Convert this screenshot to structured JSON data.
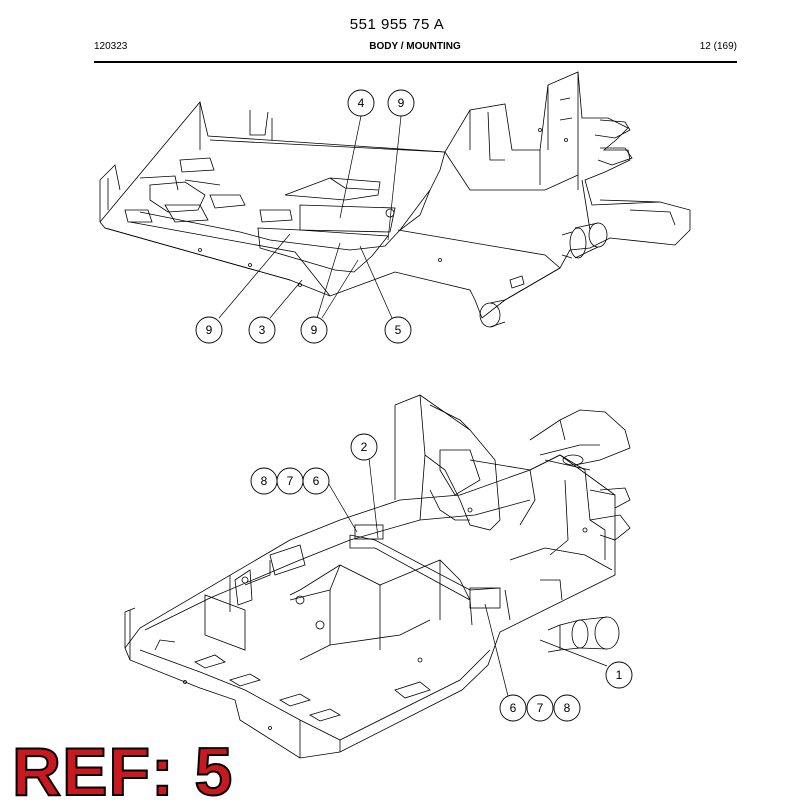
{
  "header": {
    "part_number": "551 955 75 A",
    "code": "120323",
    "section": "BODY / MOUNTING",
    "page": "12 (169)"
  },
  "callouts_top": [
    "4",
    "9",
    "9",
    "3",
    "9",
    "5"
  ],
  "callouts_bottom": [
    "2",
    "8",
    "7",
    "6",
    "1",
    "6",
    "7",
    "8"
  ],
  "ref_label": "REF: 5"
}
